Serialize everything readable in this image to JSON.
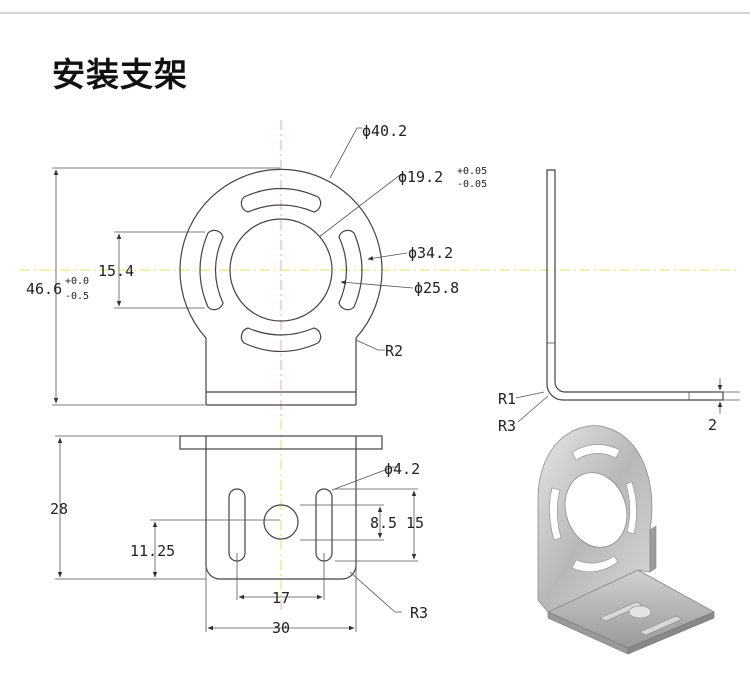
{
  "title": "安装支架",
  "dimensions": {
    "outer_diameter": "ϕ40.2",
    "bore_diameter": "ϕ19.2",
    "bore_tol_upper": "+0.05",
    "bore_tol_lower": "-0.05",
    "slot_outer_diameter": "ϕ34.2",
    "slot_inner_diameter": "ϕ25.8",
    "slot_length": "15.4",
    "overall_height": "46.6",
    "height_tol_upper": "+0.0",
    "height_tol_lower": "-0.5",
    "top_radius": "R2",
    "base_hole_diameter": "ϕ4.2",
    "base_height": "28",
    "slot_offset": "11.25",
    "slot_spacing": "17",
    "base_width": "30",
    "hole_slot_length": "8.5",
    "slot_total_length": "15",
    "corner_radius": "R3",
    "side_bend_radius_inner": "R1",
    "side_bend_radius_outer": "R3",
    "thickness": "2"
  },
  "colors": {
    "centerline_yellow": "#e0e060",
    "centerline_pink": "#e7a0d8",
    "line": "#444444",
    "bracket_metal": "#c4c4c4"
  }
}
